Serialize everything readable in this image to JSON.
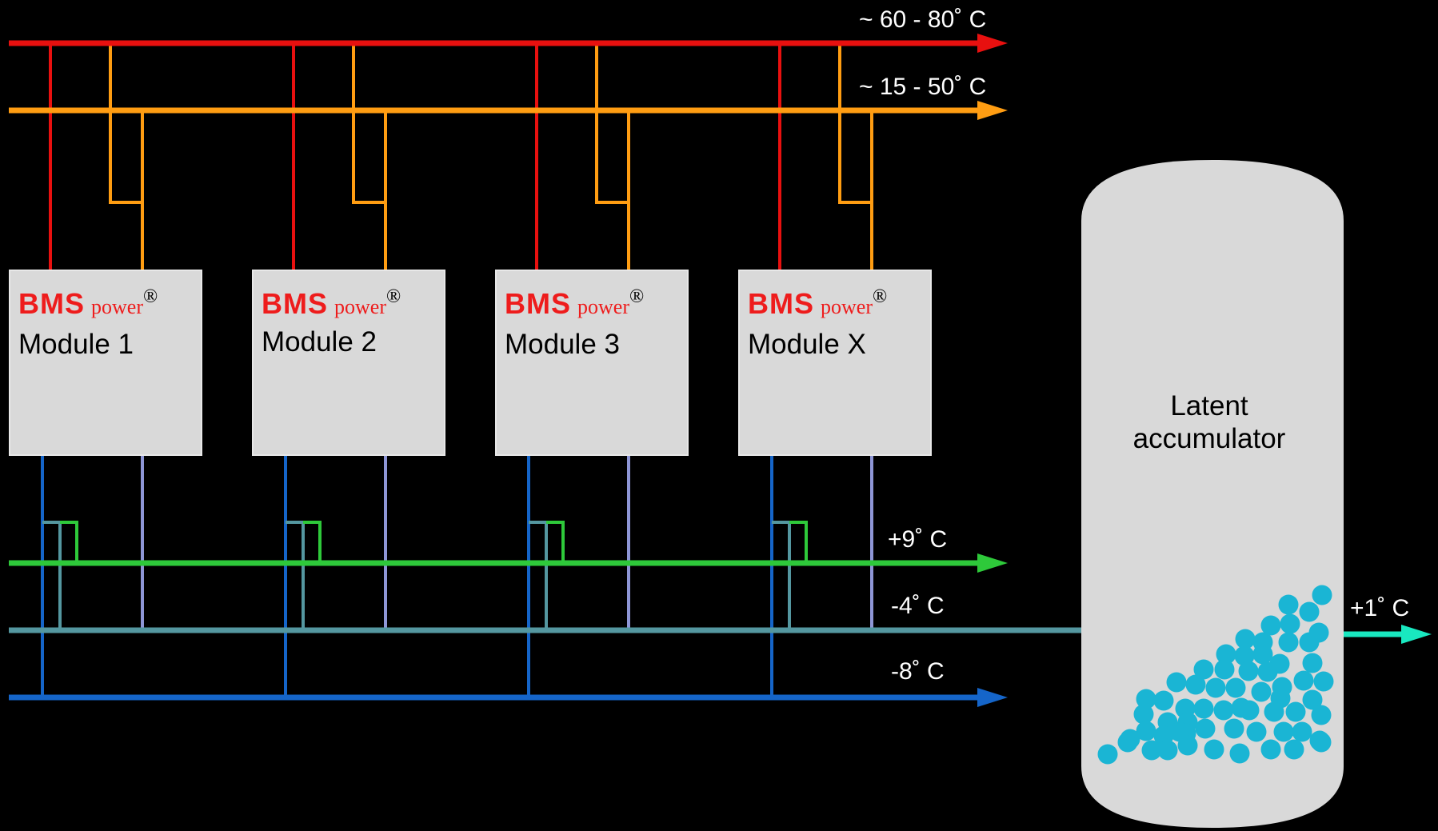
{
  "flow_lines": [
    {
      "label": "~ 60 - 80˚  C",
      "color": "#e8100f"
    },
    {
      "label": "~ 15 - 50˚  C",
      "color": "#ff9d12"
    },
    {
      "label": "+9˚  C",
      "color": "#2ec93a"
    },
    {
      "label": "-4˚  C",
      "color": "#5497a0"
    },
    {
      "label": "-8˚  C",
      "color": "#1565c9"
    }
  ],
  "outlet": {
    "label": "+1˚  C",
    "color": "#19e8c0"
  },
  "modules": [
    {
      "brand": "BMS",
      "brand_suffix": "power",
      "reg": "®",
      "name": "Module 1"
    },
    {
      "brand": "BMS",
      "brand_suffix": "power",
      "reg": "®",
      "name": "Module 2"
    },
    {
      "brand": "BMS",
      "brand_suffix": "power",
      "reg": "®",
      "name": "Module 3"
    },
    {
      "brand": "BMS",
      "brand_suffix": "power",
      "reg": "®",
      "name": "Module X"
    }
  ],
  "accumulator": {
    "line1": "Latent",
    "line2": "accumulator",
    "body_color": "#d9d9d9",
    "ball_color": "#1ab5d4"
  },
  "colors": {
    "background": "#000000",
    "module_fill": "#d9d9d9",
    "return_line": "#8e96d6"
  }
}
